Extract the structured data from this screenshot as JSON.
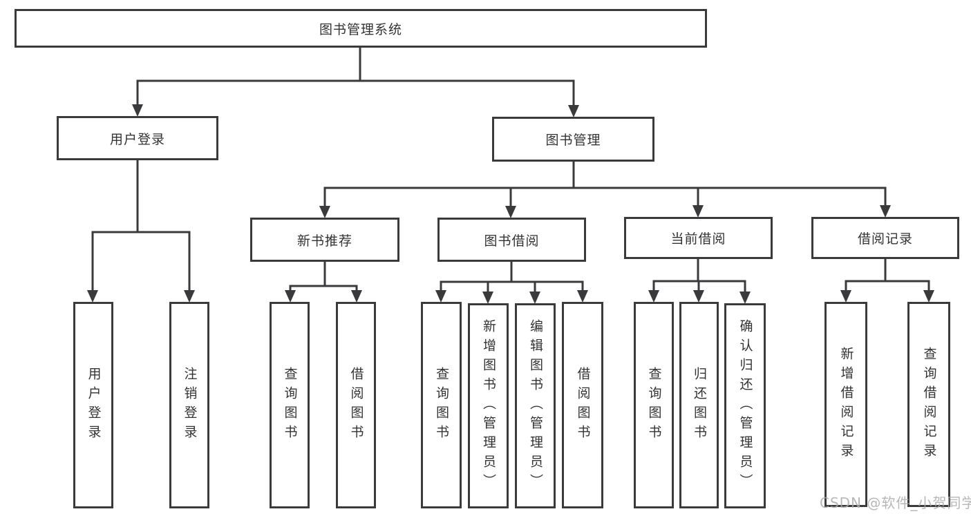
{
  "diagram": {
    "title": "图书管理系统",
    "user_login": {
      "label": "用户登录",
      "children": [
        "用户登录",
        "注销登录"
      ]
    },
    "book_management": {
      "label": "图书管理",
      "new_book_recommend": {
        "label": "新书推荐",
        "children": [
          "查询图书",
          "借阅图书"
        ]
      },
      "book_borrowing": {
        "label": "图书借阅",
        "children": [
          "查询图书",
          "新增图书（管理员）",
          "编辑图书（管理员）",
          "借阅图书"
        ]
      },
      "current_borrowing": {
        "label": "当前借阅",
        "children": [
          "查询图书",
          "归还图书",
          "确认归还（管理员）"
        ]
      },
      "borrowing_records": {
        "label": "借阅记录",
        "children": [
          "新增借阅记录",
          "查询借阅记录"
        ]
      }
    }
  },
  "watermark": "CSDN @软件_小贺同学",
  "colors": {
    "line": "#3a3a3c",
    "text": "#333333",
    "watermark": "#ababab",
    "background": "#ffffff"
  }
}
